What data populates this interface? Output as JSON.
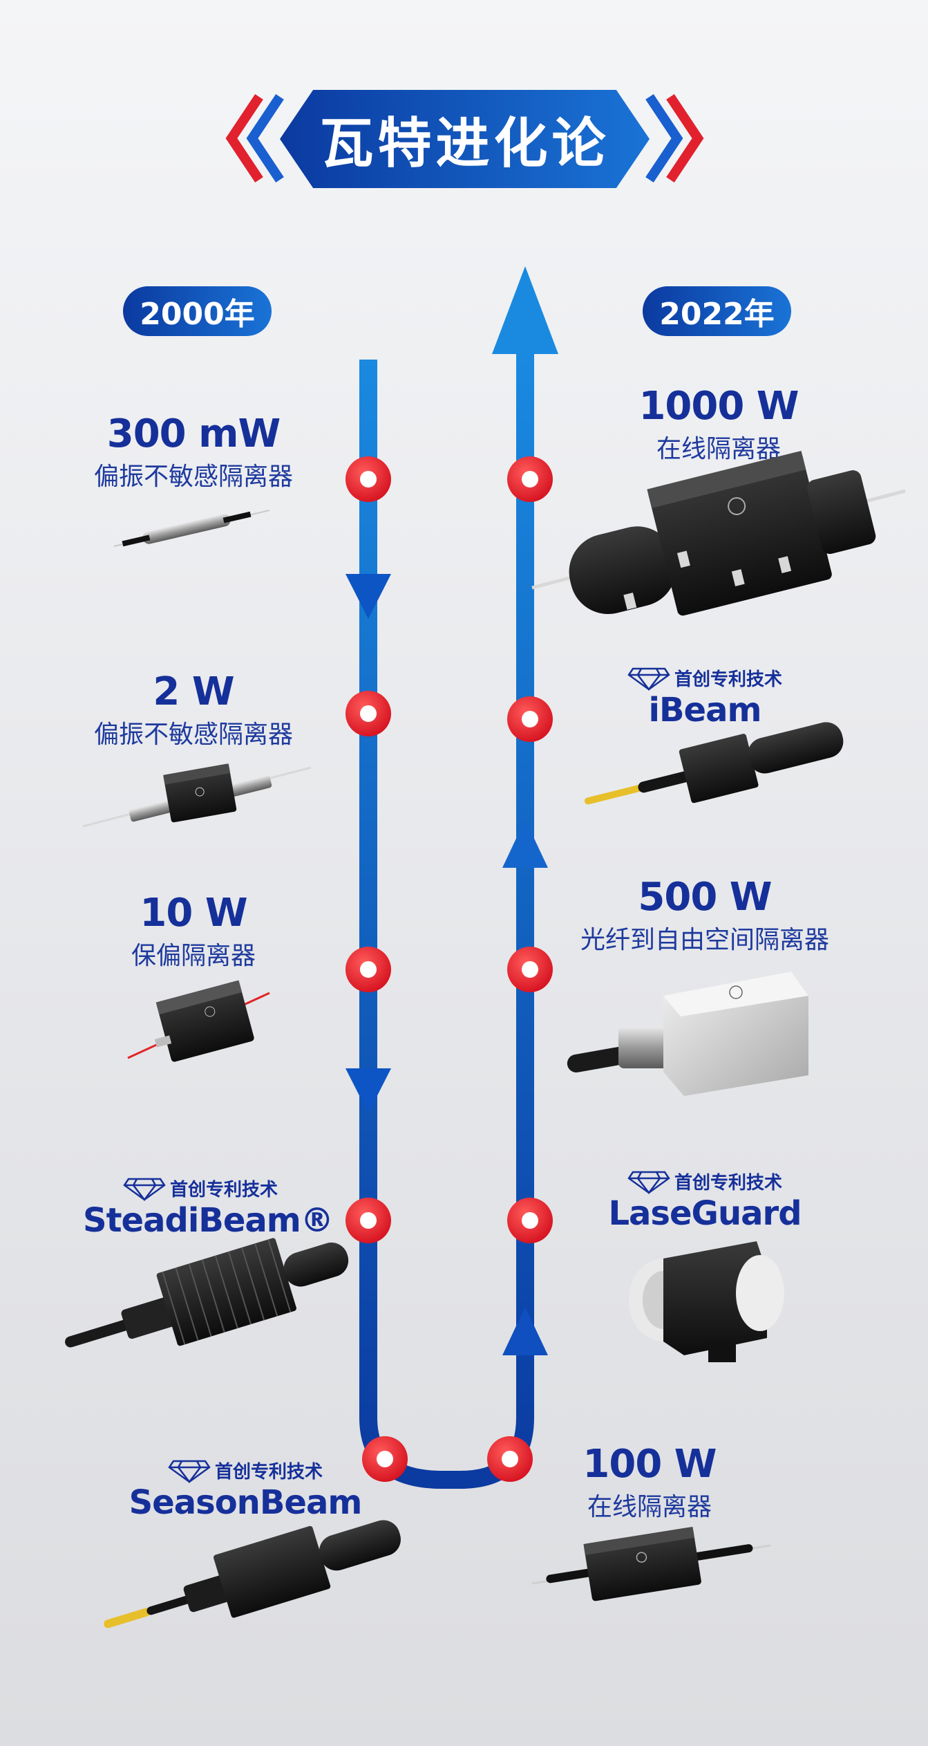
{
  "title": "瓦特进化论",
  "years": {
    "start": "2000年",
    "end": "2022年"
  },
  "left": [
    {
      "power": "300 mW",
      "desc": "偏振不敏感隔离器"
    },
    {
      "power": "2 W",
      "desc": "偏振不敏感隔离器"
    },
    {
      "power": "10 W",
      "desc": "保偏隔离器"
    },
    {
      "tech": "首创专利技术",
      "brand": "SteadiBeam®"
    },
    {
      "tech": "首创专利技术",
      "brand": "SeasonBeam"
    }
  ],
  "right": [
    {
      "power": "1000 W",
      "desc": "在线隔离器"
    },
    {
      "tech": "首创专利技术",
      "brand": "iBeam"
    },
    {
      "power": "500 W",
      "desc": "光纤到自由空间隔离器"
    },
    {
      "tech": "首创专利技术",
      "brand": "LaseGuard"
    },
    {
      "power": "100 W",
      "desc": "在线隔离器"
    }
  ],
  "colors": {
    "blue_dark": "#0b3aa0",
    "blue_light": "#1a8ae0",
    "marker_red": "#e1212e",
    "text_navy": "#16309a"
  },
  "icons": [
    "chevron-left-icon",
    "chevron-right-icon",
    "diamond-icon",
    "arrow-up-icon",
    "arrow-down-icon",
    "timeline-marker-icon"
  ]
}
